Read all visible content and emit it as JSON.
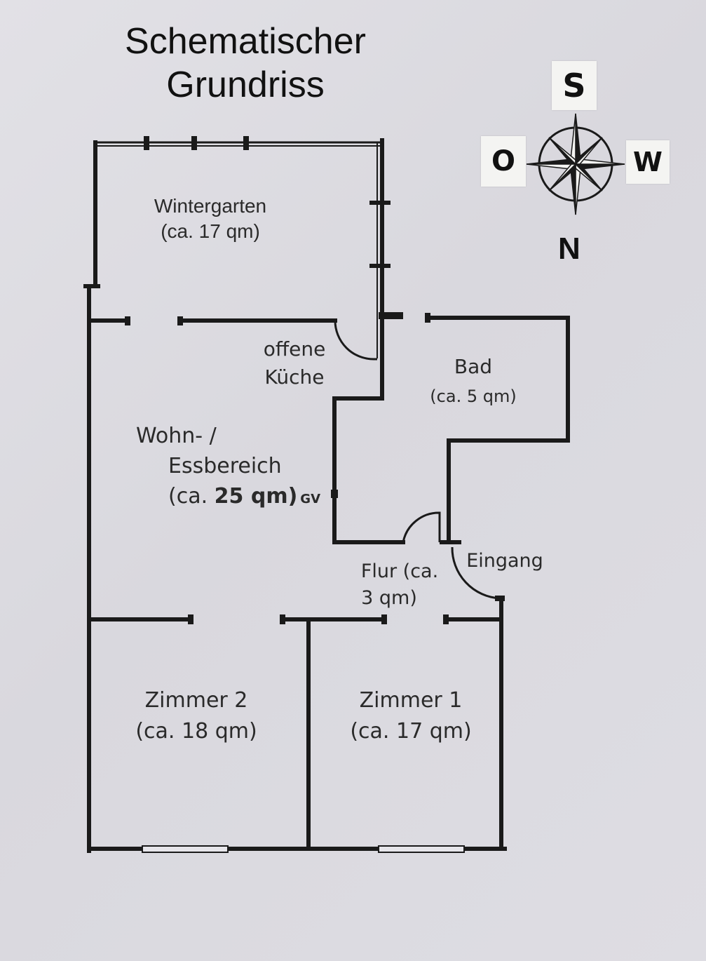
{
  "title": {
    "line1": "Schematischer",
    "line2": "Grundriss"
  },
  "rooms": {
    "wintergarten": {
      "name": "Wintergarten",
      "area": "(ca. 17 qm)"
    },
    "kueche": {
      "line1": "offene",
      "line2": "Küche"
    },
    "bad": {
      "name": "Bad",
      "area": "(ca. 5 qm)"
    },
    "wohn": {
      "line1": "Wohn- /",
      "line2": "Essbereich",
      "area_prefix": "(ca. ",
      "area_value": "25 qm)",
      "annotation": "GV"
    },
    "flur": {
      "line1": "Flur (ca.",
      "line2": "3 qm)"
    },
    "eingang": {
      "name": "Eingang"
    },
    "zimmer2": {
      "name": "Zimmer 2",
      "area": "(ca. 18 qm)"
    },
    "zimmer1": {
      "name": "Zimmer 1",
      "area": "(ca. 17 qm)"
    }
  },
  "compass": {
    "top": "S",
    "left": "O",
    "right": "W",
    "bottom": "N",
    "icon": "compass-rose-icon"
  },
  "colors": {
    "wall": "#1a1a1a",
    "paper": "#dedde3",
    "text": "#2a2a2a"
  }
}
